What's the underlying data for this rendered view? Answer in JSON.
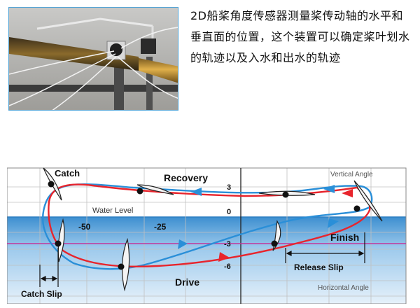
{
  "caption": "2D船桨角度传感器测量桨传动轴的水平和垂直面的位置，这个装置可以确定桨叶划水的轨迹以及入水和出水的轨迹",
  "diagram": {
    "labels": {
      "catch": "Catch",
      "recovery": "Recovery",
      "drive": "Drive",
      "finish": "Finish",
      "catch_slip": "Catch Slip",
      "release_slip": "Release Slip",
      "water_level": "Water Level",
      "vertical_angle": "Vertical Angle",
      "horizontal_angle": "Horizontal Angle"
    },
    "v_ticks": [
      "3",
      "0",
      "-3",
      "-6"
    ],
    "h_ticks": [
      "-50",
      "-25"
    ],
    "colors": {
      "water_top": "#3d8fd0",
      "water_bottom": "#e6f1fa",
      "blue_path": "#2a8fd8",
      "red_path": "#e8242c",
      "magenta_line": "#c2379a",
      "frame_border": "#4fa3d6"
    }
  }
}
